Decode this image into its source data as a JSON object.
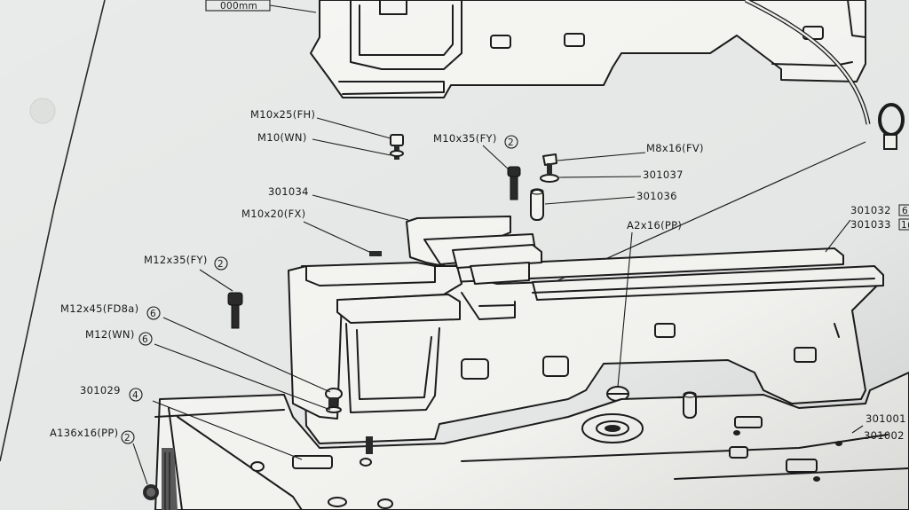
{
  "scale_label": "000mm",
  "callouts": [
    {
      "id": "m10x25",
      "text": "M10x25(FH)"
    },
    {
      "id": "m10wn",
      "text": "M10(WN)"
    },
    {
      "id": "m10x35",
      "text": "M10x35(FY)",
      "badge": "2"
    },
    {
      "id": "m8x16",
      "text": "M8x16(FV)"
    },
    {
      "id": "p301037",
      "text": "301037"
    },
    {
      "id": "p301036",
      "text": "301036"
    },
    {
      "id": "p301034",
      "text": "301034"
    },
    {
      "id": "m10x20",
      "text": "M10x20(FX)"
    },
    {
      "id": "a2x16",
      "text": "A2x16(PP)"
    },
    {
      "id": "p301032",
      "text": "301032",
      "box": "6"
    },
    {
      "id": "p301033",
      "text": "301033",
      "box": "1("
    },
    {
      "id": "m12x35",
      "text": "M12x35(FY)",
      "badge": "2"
    },
    {
      "id": "m12x45",
      "text": "M12x45(FD8a)",
      "badge": "6"
    },
    {
      "id": "m12wn",
      "text": "M12(WN)",
      "badge": "6"
    },
    {
      "id": "p301029",
      "text": "301029",
      "badge": "4"
    },
    {
      "id": "a136x16",
      "text": "A136x16(PP)",
      "badge": "2"
    },
    {
      "id": "p301001",
      "text": "301001"
    },
    {
      "id": "p301002",
      "text": "301002"
    }
  ]
}
